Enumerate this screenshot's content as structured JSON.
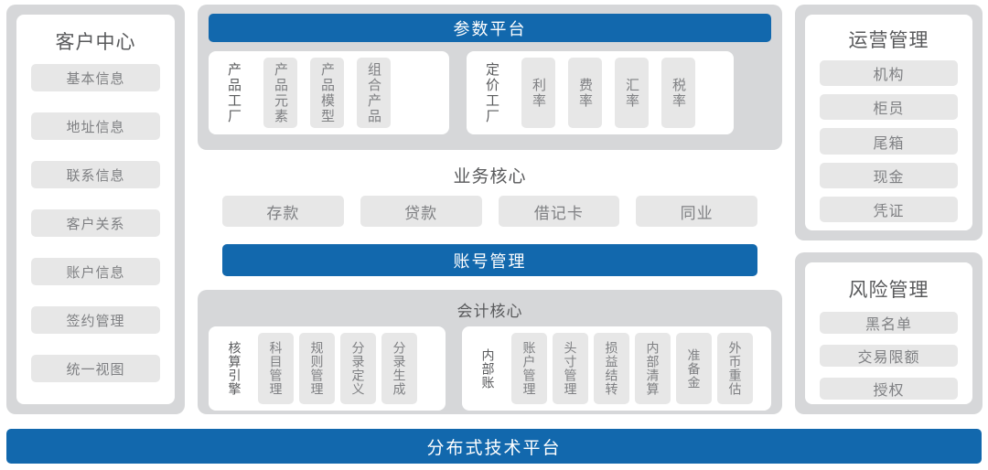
{
  "diagram": {
    "colors": {
      "accent_blue": "#1268ad",
      "panel_gray": "#d6d7d9",
      "chip_gray": "#e7e7e7",
      "chip_text": "#7f8083",
      "title_text": "#58595b",
      "card_white": "#ffffff"
    }
  },
  "customer_center": {
    "title": "客户中心",
    "items": [
      "基本信息",
      "地址信息",
      "联系信息",
      "客户关系",
      "账户信息",
      "签约管理",
      "统一视图"
    ]
  },
  "parameter_platform": {
    "title": "参数平台",
    "groups": [
      {
        "lead": "产品工厂",
        "items": [
          "产品元素",
          "产品模型",
          "组合产品"
        ]
      },
      {
        "lead": "定价工厂",
        "items": [
          "利率",
          "费率",
          "汇率",
          "税率"
        ]
      }
    ]
  },
  "business_core": {
    "title": "业务核心",
    "items": [
      "存款",
      "贷款",
      "借记卡",
      "同业"
    ],
    "account_bar": "账号管理"
  },
  "accounting_core": {
    "title": "会计核心",
    "groups": [
      {
        "lead": "核算引擎",
        "items": [
          "科目管理",
          "规则管理",
          "分录定义",
          "分录生成"
        ]
      },
      {
        "lead": "内部账",
        "items": [
          "账户管理",
          "头寸管理",
          "损益结转",
          "内部清算",
          "准备金",
          "外币重估"
        ]
      }
    ]
  },
  "operations_management": {
    "title": "运营管理",
    "items": [
      "机构",
      "柜员",
      "尾箱",
      "现金",
      "凭证"
    ]
  },
  "risk_management": {
    "title": "风险管理",
    "items": [
      "黑名单",
      "交易限额",
      "授权"
    ]
  },
  "bottom": {
    "label": "分布式技术平台"
  }
}
